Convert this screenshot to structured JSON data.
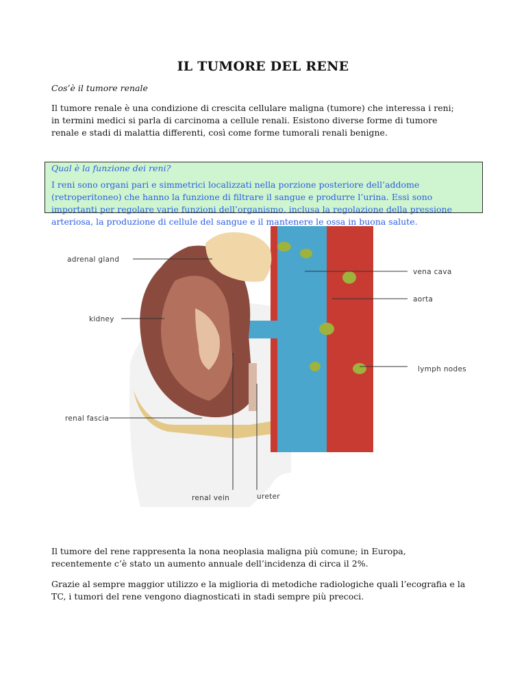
{
  "title": "IL TUMORE DEL RENE",
  "subtitle": "Cos’è il tumore renale",
  "intro": [
    "Il tumore renale è una condizione di crescita cellulare maligna (tumore) che interessa i reni;",
    "in termini medici si parla di carcinoma a cellule renali. Esistono diverse forme di tumore",
    "renale e stadi di malattia differenti, così come forme tumorali renali benigne."
  ],
  "box": {
    "question": "Qual è la funzione dei reni?",
    "lines": [
      "I reni sono organi pari e simmetrici localizzati nella porzione posteriore dell’addome",
      "(retroperitoneo) che hanno la funzione di filtrare il sangue e produrre l’urina. Essi sono",
      "importanti per regolare varie funzioni dell’organismo, inclusa la regolazione della pressione",
      "arteriosa, la produzione di cellule del sangue e il mantenere le ossa in buona salute."
    ]
  },
  "figure": {
    "labels": {
      "adrenal_gland": "adrenal gland",
      "vena_cava": "vena cava",
      "aorta": "aorta",
      "kidney": "kidney",
      "lymph_nodes": "lymph nodes",
      "renal_fascia": "renal fascia",
      "renal_vein": "renal vein",
      "ureter": "ureter"
    }
  },
  "para2": [
    "Il tumore del rene rappresenta la nona neoplasia maligna più comune; in Europa,",
    "recentemente c’è stato un aumento annuale dell’incidenza di circa il 2%."
  ],
  "para3": [
    "Grazie al sempre maggior utilizzo e la miglioria di metodiche radiologiche quali l’ecografia e la",
    "TC, i tumori del rene vengono diagnosticati in stadi sempre più precoci."
  ]
}
